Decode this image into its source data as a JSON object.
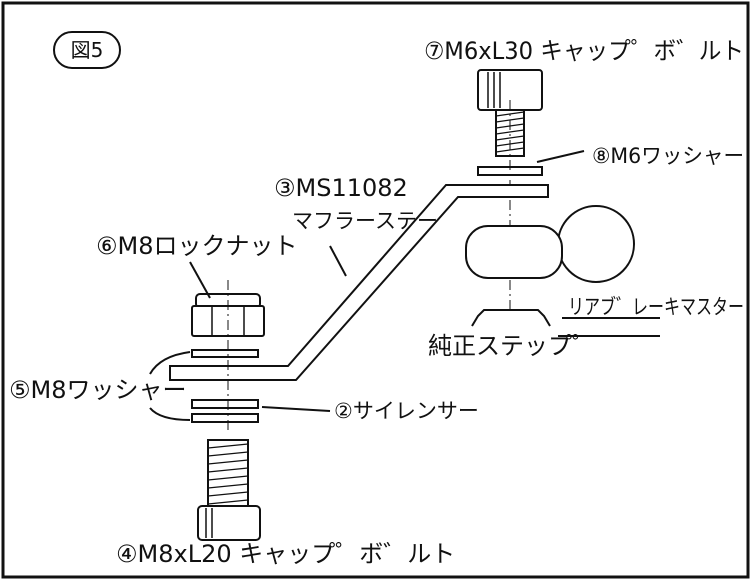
{
  "figure": {
    "badge": "図5"
  },
  "labels": {
    "bolt_m6": "⑦M6xL30 キャップ゜ボ゛ルト",
    "washer_m6": "⑧M6ワッシャー",
    "part_ms": "③MS11082",
    "muffler_stay": "マフラーステー",
    "locknut_m8": "⑥M8ロックナット",
    "rear_brake": "リアブ゛レーキマスター",
    "genuine_step": "純正ステップ゜",
    "washer_m8": "⑤M8ワッシャー",
    "silencer": "②サイレンサー",
    "bolt_m8": "④M8xL20 キャップ゜ボ゛ルト"
  }
}
